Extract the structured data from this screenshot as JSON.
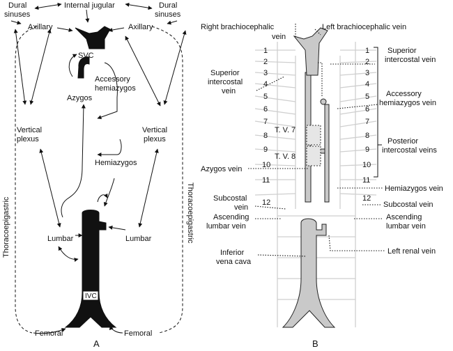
{
  "panel_a": {
    "label": "A",
    "dural_sinuses_left": [
      "Dural",
      "sinuses"
    ],
    "dural_sinuses_right": [
      "Dural",
      "sinuses"
    ],
    "internal_jugular": "Internal jugular",
    "axillary_left": "Axillary",
    "axillary_right": "Axillary",
    "svc": "SVC",
    "accessory_hemiazygos": [
      "Accessory",
      "hemiazygos"
    ],
    "azygos": "Azygos",
    "vertical_plexus_left": [
      "Vertical",
      "plexus"
    ],
    "vertical_plexus_right": [
      "Vertical",
      "plexus"
    ],
    "hemiazygos": "Hemiazygos",
    "thoracoepigastric_left": "Thoracoepigastric",
    "thoracoepigastric_right": "Thoracoepigastric",
    "lumbar_left": "Lumbar",
    "lumbar_right": "Lumbar",
    "ivc": "IVC",
    "femoral_left": "Femoral",
    "femoral_right": "Femoral"
  },
  "panel_b": {
    "label": "B",
    "right_brachiocephalic": [
      "Right brachiocephalic",
      "vein"
    ],
    "left_brachiocephalic": "Left brachiocephalic vein",
    "superior_intercostal_left": [
      "Superior",
      "intercostal",
      "vein"
    ],
    "superior_intercostal_right": [
      "Superior",
      "intercostal vein"
    ],
    "accessory_hemiazygos": [
      "Accessory",
      "hemiazygos vein"
    ],
    "posterior_intercostal": [
      "Posterior",
      "intercostal veins"
    ],
    "tv7": "T. V. 7",
    "tv8": "T. V. 8",
    "azygos_vein": "Azygos vein",
    "hemiazygos_vein": "Hemiazygos vein",
    "subcostal_left": [
      "Subcostal",
      "vein"
    ],
    "subcostal_right": "Subcostal vein",
    "ascending_lumbar_left": [
      "Ascending",
      "lumbar vein"
    ],
    "ascending_lumbar_right": [
      "Ascending",
      "lumbar vein"
    ],
    "left_renal": "Left renal vein",
    "ivc": [
      "Inferior",
      "vena cava"
    ],
    "rib_numbers_left": [
      "1",
      "2",
      "3",
      "4",
      "5",
      "6",
      "7",
      "8",
      "9",
      "10",
      "11",
      "12"
    ],
    "rib_numbers_right": [
      "1",
      "2",
      "3",
      "4",
      "5",
      "6",
      "7",
      "8",
      "9",
      "10",
      "11",
      "12"
    ]
  }
}
